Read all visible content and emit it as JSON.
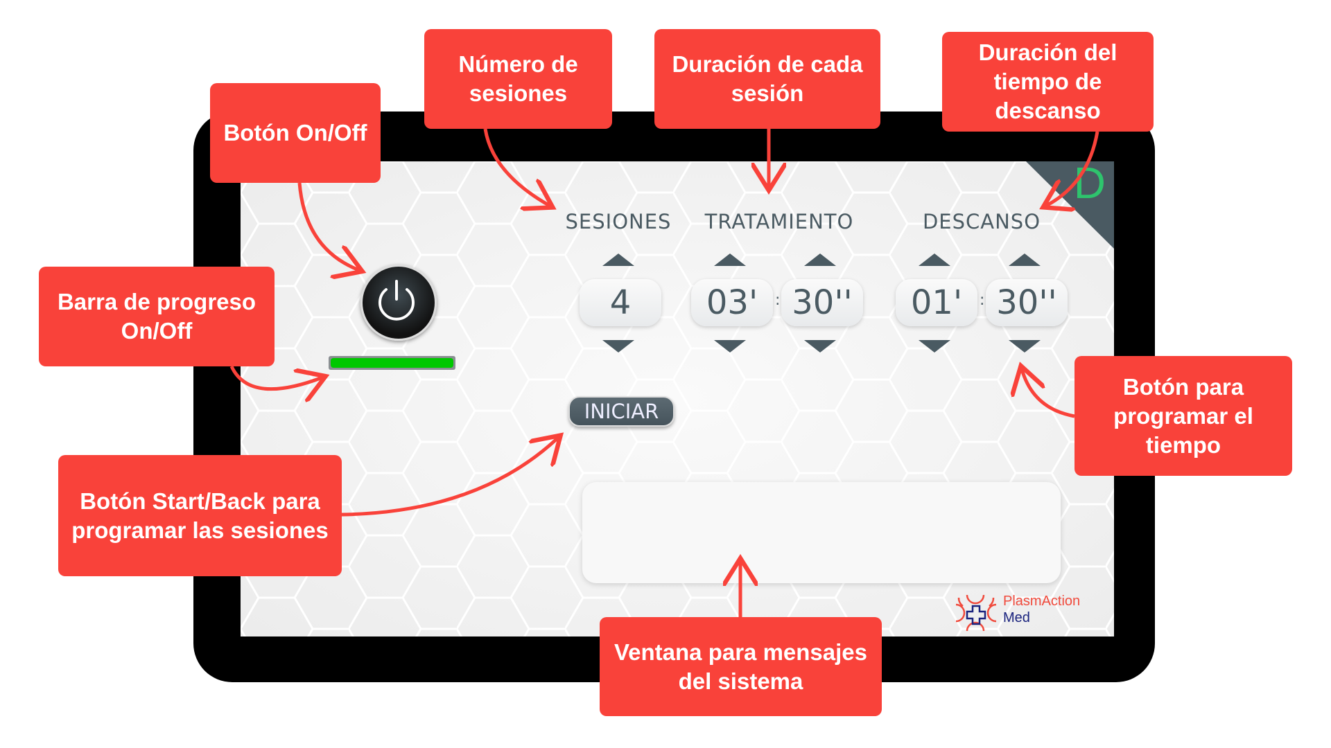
{
  "device": {
    "mode_letter": "D",
    "columns": {
      "sessions": {
        "label": "SESIONES",
        "value": "4"
      },
      "treatment": {
        "label": "TRATAMIENTO",
        "minutes": "03'",
        "seconds": "30''"
      },
      "rest": {
        "label": "DESCANSO",
        "minutes": "01'",
        "seconds": "30''"
      }
    },
    "separator": ":",
    "start_button": "INICIAR",
    "progress_percent": 100,
    "logo": {
      "name": "PlasmAction",
      "sub": "Med"
    },
    "colors": {
      "accent": "#4a5a62",
      "progress": "#00c800",
      "mode": "#2ec46d"
    }
  },
  "callouts": {
    "power": "Botón On/Off",
    "sessions": "Número de sesiones",
    "treatment": "Duración de cada sesión",
    "rest": "Duración del tiempo de descanso",
    "progress": "Barra de progreso On/Off",
    "start": "Botón Start/Back para programar las sesiones",
    "time_buttons": "Botón para programar el tiempo",
    "messages": "Ventana para mensajes del sistema",
    "color": "#f9423a"
  }
}
